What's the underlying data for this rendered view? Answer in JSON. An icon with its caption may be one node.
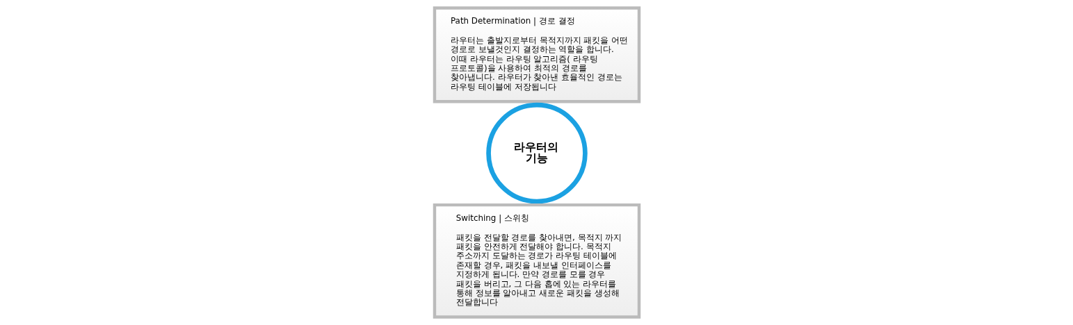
{
  "diagram": {
    "nodes": [
      {
        "text": [
          "Path Determination | 경로 결정",
          "라우터는 출발지로부터 목적지까지 패킷을 어떤 경로로 보낼것인지 결정하는 역할을 합니다. 이때 라우터는 라우팅 알고리즘( 라우팅 프로토콜)을 사용하여 최적의 경로를 찾아냅니다. 라우터가 찾아낸 효율적인 경로는 라우팅 테이블에 저장됩니다"
        ]
      },
      {
        "text": [
          "라우터의 기능"
        ]
      },
      {
        "text": [
          "Switching | 스위칭",
          "패킷을 전달할 경로를 찾아내면, 목적지 까지 패킷을 안전하게 전달해야 합니다. 목적지 주소까지 도달하는 경로가 라우팅 테이블에 존재할 경우, 패킷을 내보낼 인터페이스를 지정하게 됩니다. 만약 경로를 모를 경우 패킷을 버리고, 그 다음 홉에 있는 라우터를 통해 정보를 알아내고 새로운 패킷을 생성해 전달합니다"
        ]
      }
    ],
    "edges": []
  }
}
